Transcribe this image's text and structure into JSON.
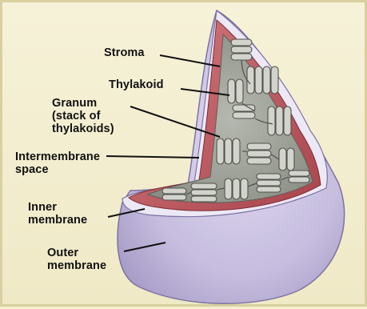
{
  "labels": {
    "stroma": "Stroma",
    "thylakoid": "Thylakoid",
    "granum": "Granum\n(stack of\nthylakoids)",
    "intermembrane": "Intermembrane\nspace",
    "inner_membrane": "Inner\nmembrane",
    "outer_membrane": "Outer\nmembrane"
  },
  "colors": {
    "background": "#f4efcf",
    "outer_membrane": "#c6bddf",
    "inner_membrane": "#c15b62",
    "stroma": "#9fa39a",
    "thylakoid": "#d2d3cc",
    "leader_line": "#111111"
  }
}
